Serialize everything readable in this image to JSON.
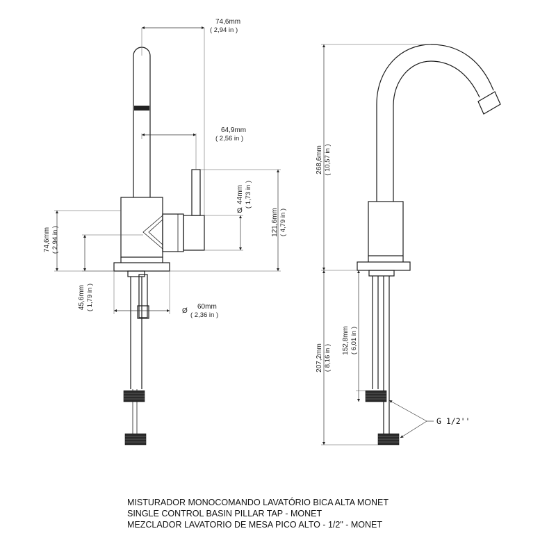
{
  "dims": {
    "top_width_mm": "74,6mm",
    "top_width_in": "( 2,94 in )",
    "spout_reach_mm": "64,9mm",
    "spout_reach_in": "( 2,56 in )",
    "lever_dia_mm": "44mm",
    "lever_dia_in": "( 1,73 in )",
    "lever_dia_symbol": "Ø",
    "body_height_mm": "121,6mm",
    "body_height_in": "( 4,79 in )",
    "lever_height_mm": "74,6mm",
    "lever_height_in": "( 2,94 in )",
    "base_height_mm": "45,6mm",
    "base_height_in": "( 1,79 in )",
    "base_dia_symbol": "Ø",
    "base_dia_mm": "60mm",
    "base_dia_in": "( 2,36 in )",
    "total_height_mm": "268,6mm",
    "total_height_in": "( 10,57 in )",
    "hose_length_mm": "207,2mm",
    "hose_length_in": "( 8,16 in )",
    "shank_length_mm": "152,8mm",
    "shank_length_in": "( 6,01 in )",
    "thread": "G 1/2''"
  },
  "caption": {
    "line1": "MISTURADOR MONOCOMANDO LAVATÓRIO BICA ALTA MONET",
    "line2": "SINGLE CONTROL BASIN PILLAR TAP - MONET",
    "line3": "MEZCLADOR LAVATORIO DE MESA PICO ALTO - 1/2\" - MONET"
  }
}
